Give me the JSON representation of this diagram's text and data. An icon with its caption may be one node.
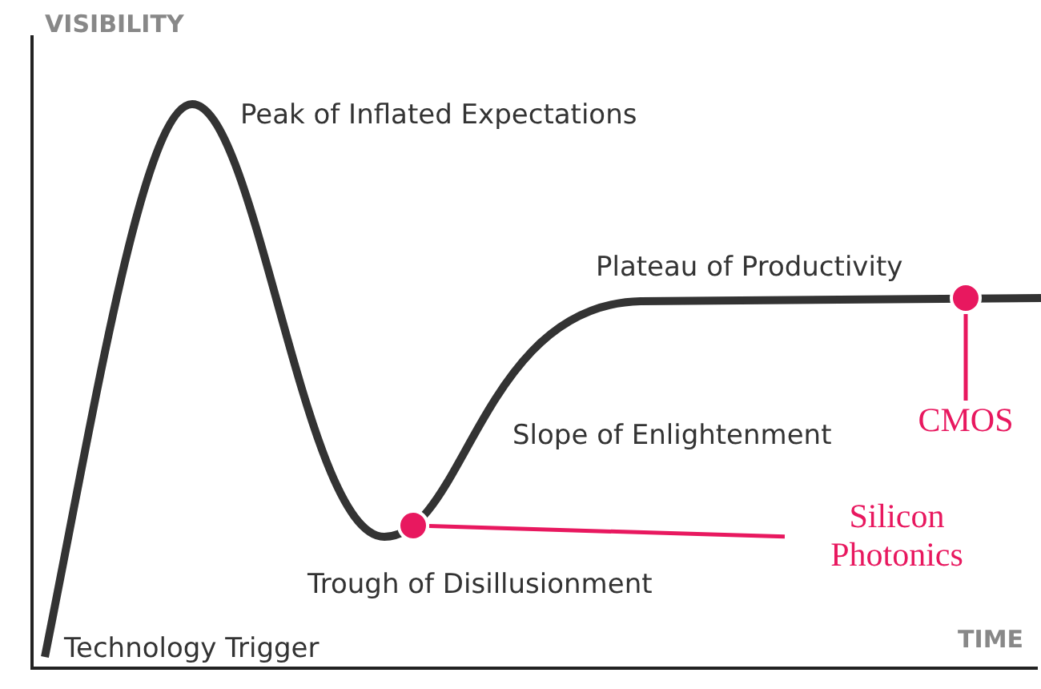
{
  "diagram": {
    "nodes": [
      {
        "text": [],
        "shape": "circle"
      },
      {
        "text": [
          "CMOS"
        ]
      },
      {
        "text": [],
        "shape": "circle"
      },
      {
        "text": [
          "Silicon Photonics"
        ]
      }
    ],
    "edges": [
      {
        "from": 1,
        "to": 0,
        "arrow": "none"
      },
      {
        "from": 3,
        "to": 2,
        "arrow": "none"
      }
    ],
    "labels": [
      "VISIBILITY",
      "Peak of Inflated Expectations",
      "Plateau of Productivity",
      "Slope of Enlightenment",
      "Trough of Disillusionment",
      "TIME",
      "Technology Trigger"
    ]
  }
}
